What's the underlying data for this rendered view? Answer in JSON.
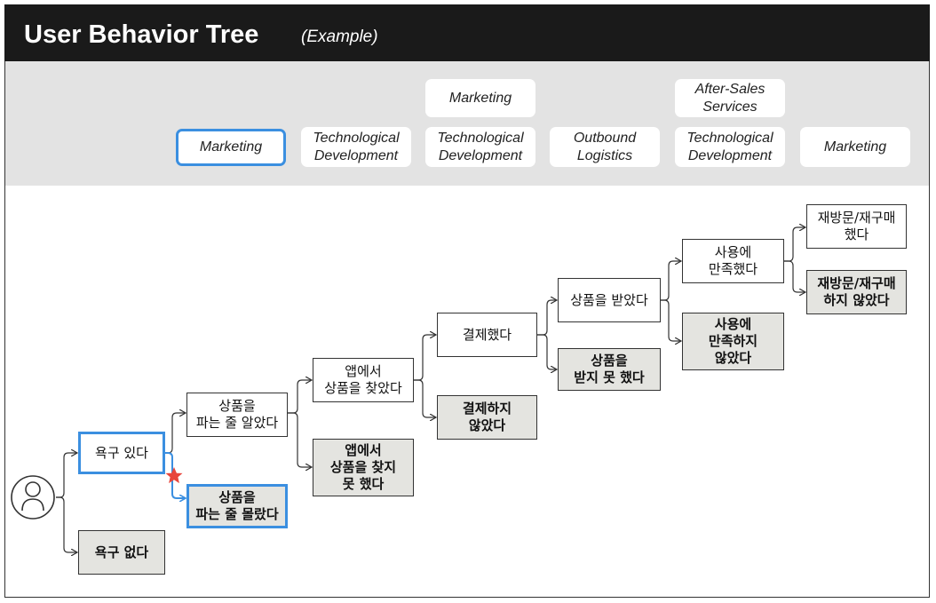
{
  "header": {
    "title": "User Behavior Tree",
    "subtitle": "(Example)"
  },
  "colors": {
    "highlight": "#3b8fe0",
    "star": "#e8453c",
    "title_bg": "#1a1a1a",
    "band_bg": "#e3e3e3",
    "negative_node_bg": "#e4e4e0"
  },
  "stages": {
    "s1": "Marketing",
    "s2": "Technological\nDevelopment",
    "s3_top": "Marketing",
    "s3": "Technological\nDevelopment",
    "s4": "Outbound\nLogistics",
    "s5_top": "After-Sales\nServices",
    "s5": "Technological\nDevelopment",
    "s6": "Marketing"
  },
  "nodes": {
    "need_yes": "욕구 있다",
    "need_no": "욕구 없다",
    "know_seller": "상품을\n파는 줄 알았다",
    "not_know_seller": "상품을\n파는 줄 몰랐다",
    "found_in_app": "앱에서\n상품을 찾았다",
    "not_found_in_app": "앱에서\n상품을 찾지\n못 했다",
    "paid": "결제했다",
    "not_paid": "결제하지\n않았다",
    "received": "상품을 받았다",
    "not_received": "상품을\n받지 못 했다",
    "satisfied": "사용에\n만족했다",
    "not_satisfied": "사용에\n만족하지\n않았다",
    "repurchased": "재방문/재구매\n했다",
    "not_repurchased": "재방문/재구매\n하지 않았다"
  },
  "icons": {
    "user": "user-icon",
    "marker": "star-icon"
  }
}
